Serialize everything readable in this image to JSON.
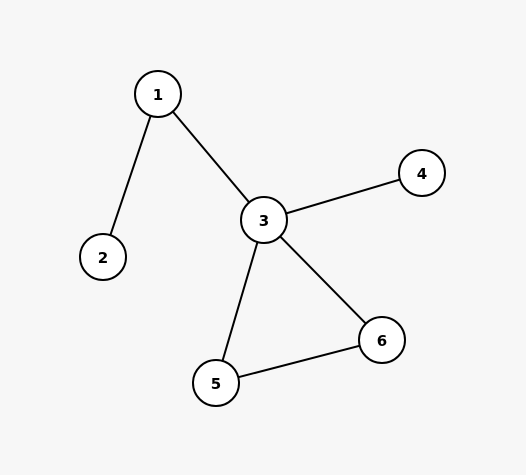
{
  "graph": {
    "nodes": [
      {
        "id": "1",
        "label": "1"
      },
      {
        "id": "2",
        "label": "2"
      },
      {
        "id": "3",
        "label": "3"
      },
      {
        "id": "4",
        "label": "4"
      },
      {
        "id": "5",
        "label": "5"
      },
      {
        "id": "6",
        "label": "6"
      }
    ],
    "edges": [
      {
        "from": "1",
        "to": "2"
      },
      {
        "from": "1",
        "to": "3"
      },
      {
        "from": "3",
        "to": "4"
      },
      {
        "from": "3",
        "to": "5"
      },
      {
        "from": "3",
        "to": "6"
      },
      {
        "from": "5",
        "to": "6"
      }
    ]
  },
  "colors": {
    "background": "#f7f7f7",
    "stroke": "#000000",
    "node_fill": "#ffffff"
  }
}
